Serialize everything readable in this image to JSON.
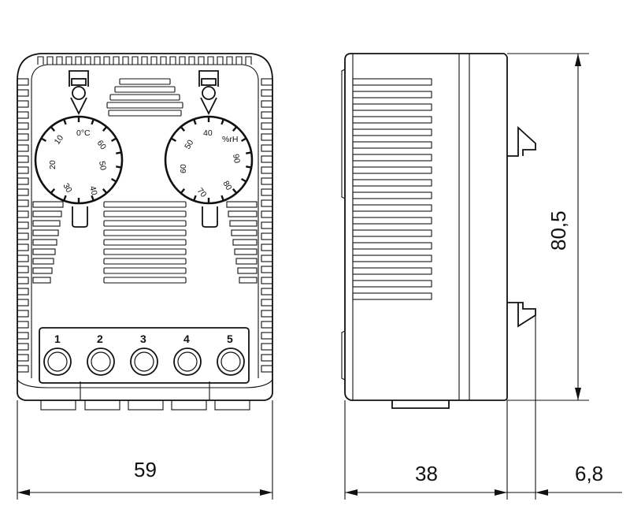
{
  "dimensions": {
    "width": "59",
    "depth": "38",
    "rail_offset": "6,8",
    "height": "80,5"
  },
  "thermostat_dial": {
    "unit": "0°C",
    "ticks": [
      "10",
      "20",
      "30",
      "40",
      "50",
      "60"
    ]
  },
  "hygrostat_dial": {
    "unit": "%rH",
    "ticks": [
      "40",
      "50",
      "60",
      "70",
      "80",
      "90"
    ]
  },
  "terminals": [
    "1",
    "2",
    "3",
    "4",
    "5"
  ]
}
